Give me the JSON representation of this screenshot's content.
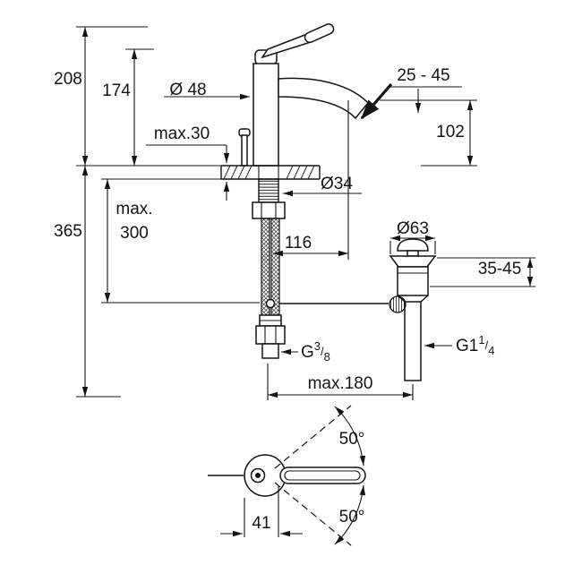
{
  "colors": {
    "background": "#ffffff",
    "line": "#141414"
  },
  "front": {
    "overall_height": "208",
    "fixture_height": "174",
    "body_diameter": "Ø 48",
    "deck_thickness": "max.30",
    "aerator_range": "25 - 45",
    "spout_outlet_height": "102",
    "hole_diameter": "Ø34",
    "hose_length_word": "max.",
    "hose_length_value": "300",
    "under_counter_depth": "365",
    "spout_reach": "116",
    "waste_flange_diameter": "Ø63",
    "waste_height_range": "35-45",
    "supply_thread": {
      "prefix": "G",
      "numerator": "3",
      "slash": "/",
      "denominator": "8"
    },
    "waste_thread": {
      "prefix": "G1",
      "numerator": "1",
      "slash": "/",
      "denominator": "4"
    },
    "max_spread": "max.180"
  },
  "top": {
    "swing_angle_upper": "50°",
    "swing_angle_lower": "50°",
    "handle_offset": "41"
  }
}
